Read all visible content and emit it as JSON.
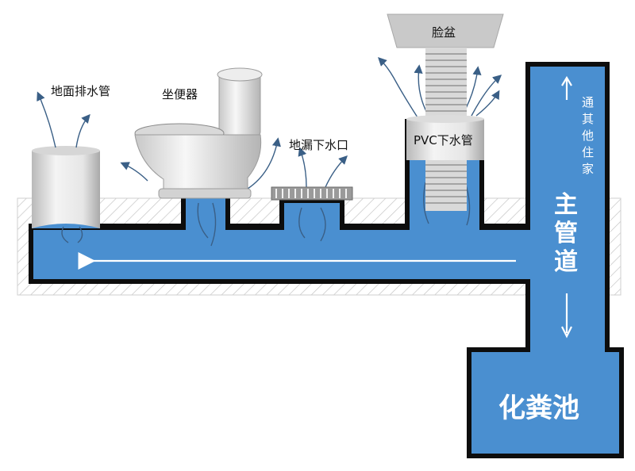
{
  "labels": {
    "floor_drain_pipe": "地面排水管",
    "toilet": "坐便器",
    "floor_drain_outlet": "地漏下水口",
    "basin": "脸盆",
    "pvc_pipe": "PVC下水管",
    "other_residents": [
      "通",
      "其",
      "他",
      "住",
      "家"
    ],
    "main_pipe": [
      "主",
      "管",
      "道"
    ],
    "septic_tank": "化粪池"
  },
  "colors": {
    "water": "#4a8fd0",
    "pipe_outline": "#0d0d0d",
    "floor_hatch": "#bdbdbd",
    "fixture": "#e8e8e8",
    "basin": "#c9c9c9",
    "airflow": "#3a5f86"
  },
  "icons": {
    "flow_arrow": "arrow-left",
    "vertical_flow": "double-arrow-vertical"
  }
}
